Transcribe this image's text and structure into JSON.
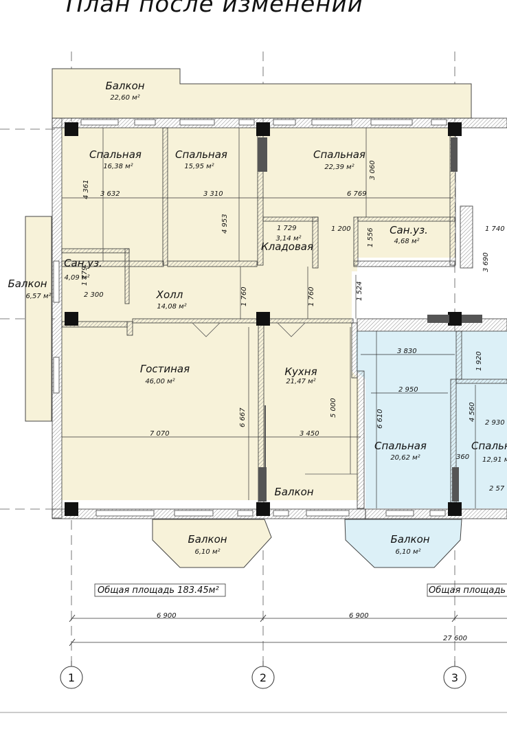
{
  "title": "План после изменений",
  "rooms": [
    {
      "id": "balkon-top",
      "name": "Балкон",
      "area": "22,60 м²"
    },
    {
      "id": "bed1",
      "name": "Спальная",
      "area": "16,38 м²"
    },
    {
      "id": "bed2",
      "name": "Спальная",
      "area": "15,95 м²"
    },
    {
      "id": "bed3",
      "name": "Спальная",
      "area": "22,39 м²"
    },
    {
      "id": "bath1",
      "name": "Сан.уз.",
      "area": "4,68 м²"
    },
    {
      "id": "storage",
      "name": "Кладовая",
      "area": "3,14 м²"
    },
    {
      "id": "bath2",
      "name": "Сан.уз.",
      "area": "4,09 м²"
    },
    {
      "id": "balkon-left",
      "name": "Балкон",
      "area": "6,57 м²"
    },
    {
      "id": "hall",
      "name": "Холл",
      "area": "14,08 м²"
    },
    {
      "id": "living",
      "name": "Гостиная",
      "area": "46,00 м²"
    },
    {
      "id": "kitchen",
      "name": "Кухня",
      "area": "21,47 м²"
    },
    {
      "id": "balkon-kitchen",
      "name": "Балкон",
      "area": ""
    },
    {
      "id": "balkon-bottom-left",
      "name": "Балкон",
      "area": "6,10 м²"
    },
    {
      "id": "bed4",
      "name": "Спальная",
      "area": "20,62 м²"
    },
    {
      "id": "bed5",
      "name": "Спальн",
      "area": "12,91 м"
    },
    {
      "id": "balkon-bottom-right",
      "name": "Балкон",
      "area": "6,10 м²"
    }
  ],
  "dimensions": [
    "4 361",
    "3 632",
    "3 310",
    "4 953",
    "6 769",
    "3 060",
    "1 729",
    "1 200",
    "1 556",
    "1 740",
    "3 690",
    "1 779",
    "2 300",
    "1 760",
    "1 760",
    "1 524",
    "3 830",
    "1 920",
    "2 950",
    "6 610",
    "4 560",
    "2 930",
    "360",
    "2 57",
    "7 070",
    "6 667",
    "3 450",
    "5 000",
    "6 900",
    "6 900",
    "27 600"
  ],
  "totals": [
    "Общая площадь 183.45м²",
    "Общая площадь"
  ],
  "axes": [
    "1",
    "2",
    "3"
  ],
  "colors": {
    "beige": "#f7f2d9",
    "blue": "#dcf0f7",
    "wall": "#ffffff",
    "hatch": "#999999",
    "column": "#111111"
  }
}
